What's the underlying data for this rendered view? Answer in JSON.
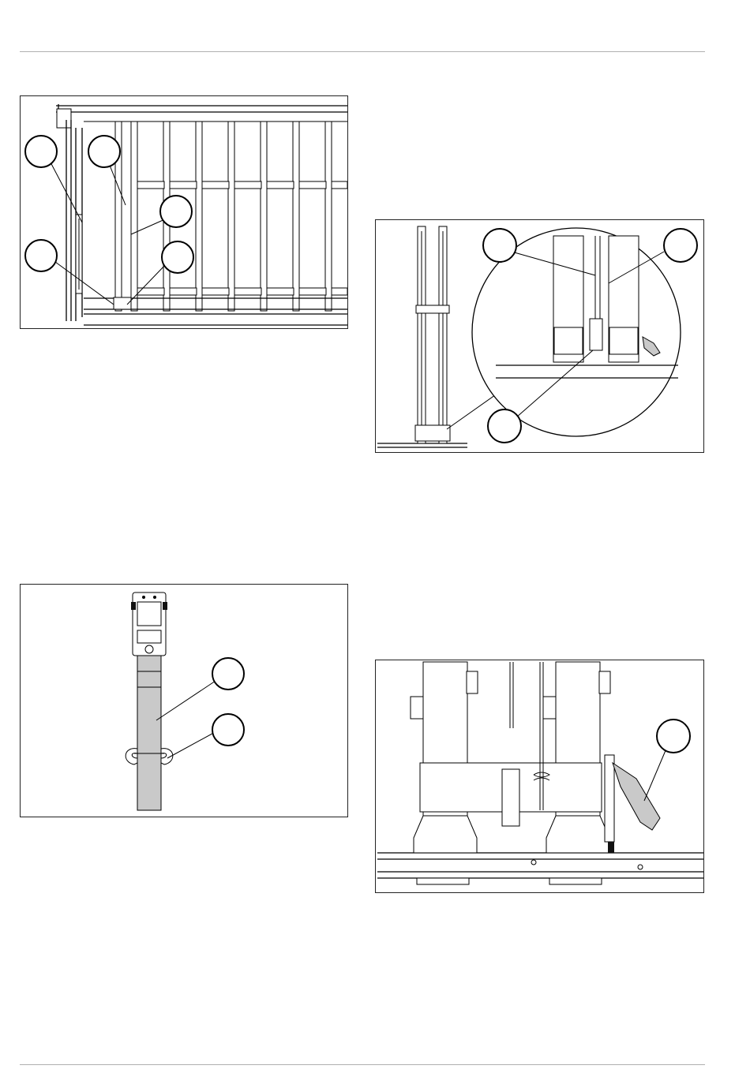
{
  "page": {
    "figures": [
      {
        "id": "fig-1",
        "subject": "railing-panels-front",
        "callouts": 4
      },
      {
        "id": "fig-2",
        "subject": "post-locking-detail",
        "callouts": 3
      },
      {
        "id": "fig-3",
        "subject": "strap-clip",
        "callouts": 2
      },
      {
        "id": "fig-4",
        "subject": "lever-detail",
        "callouts": 1
      }
    ]
  }
}
